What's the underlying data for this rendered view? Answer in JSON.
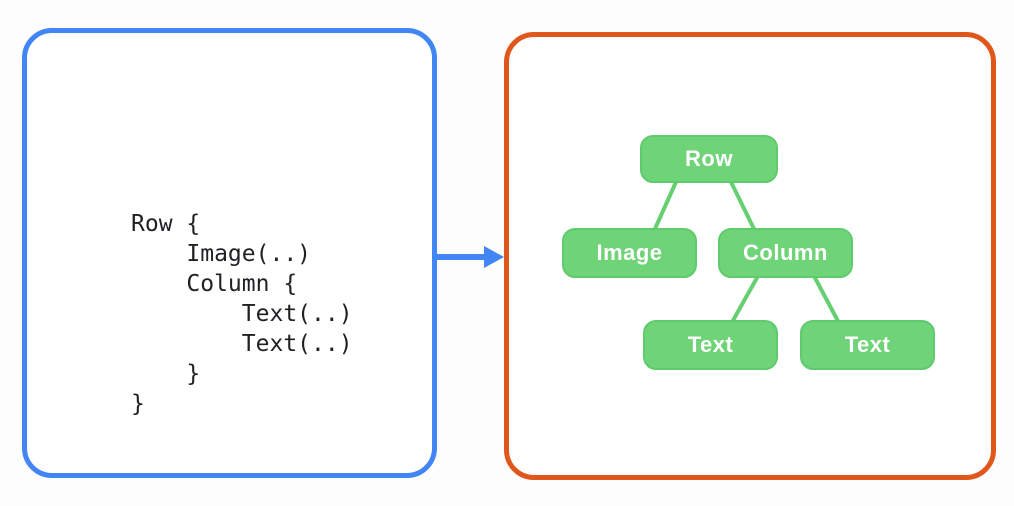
{
  "colors": {
    "code_panel_border": "#4285F4",
    "tree_panel_border": "#E0571C",
    "arrow": "#4285F4",
    "node_fill": "#6FD377",
    "node_border": "#5FCB6D",
    "connector": "#66CF72",
    "code_text": "#202124",
    "node_text": "#FFFFFF"
  },
  "code_panel": {
    "lines": [
      "Row {",
      "    Image(..)",
      "    Column {",
      "        Text(..)",
      "        Text(..)",
      "    }",
      "}"
    ]
  },
  "tree_panel": {
    "nodes": [
      {
        "id": "row",
        "label": "Row"
      },
      {
        "id": "image",
        "label": "Image"
      },
      {
        "id": "column",
        "label": "Column"
      },
      {
        "id": "text-1",
        "label": "Text"
      },
      {
        "id": "text-2",
        "label": "Text"
      }
    ]
  }
}
